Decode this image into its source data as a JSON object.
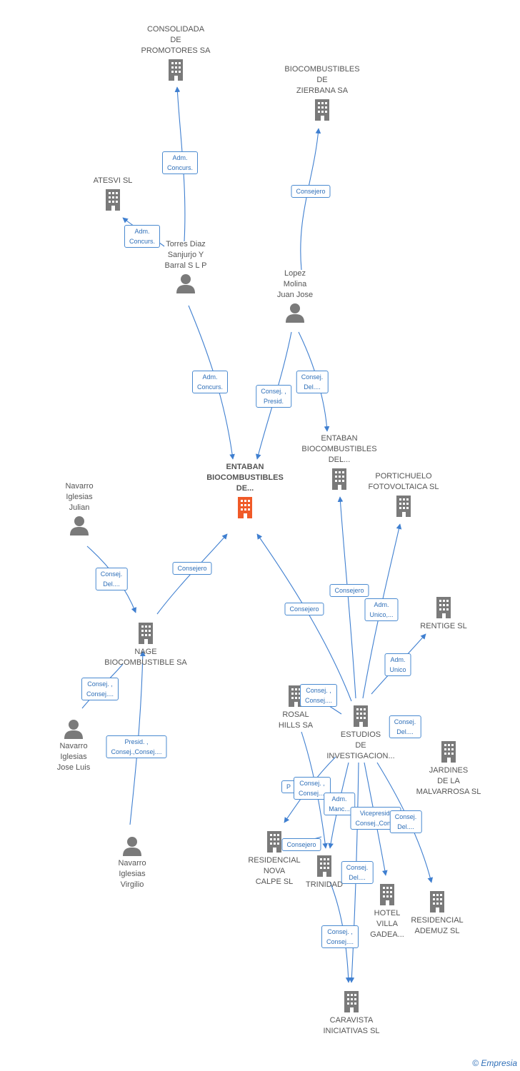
{
  "colors": {
    "edge": "#3f7fd0",
    "icon": "#7a7a7a",
    "focus": "#f05a28",
    "tag_border": "#4a8ad0",
    "tag_text": "#2f6fb8"
  },
  "nodes": [
    {
      "id": "consolidada",
      "kind": "company",
      "label": "CONSOLIDADA\nDE\nPROMOTORES SA"
    },
    {
      "id": "bio_zierbana",
      "kind": "company",
      "label": "BIOCOMBUSTIBLES\nDE\nZIERBANA SA"
    },
    {
      "id": "atesvi",
      "kind": "company",
      "label": "ATESVI SL"
    },
    {
      "id": "torres",
      "kind": "person",
      "label": "Torres Diaz\nSanjurjo Y\nBarral S L P"
    },
    {
      "id": "lopez",
      "kind": "person",
      "label": "Lopez\nMolina\nJuan Jose"
    },
    {
      "id": "entaban_del",
      "kind": "company",
      "label": "ENTABAN\nBIOCOMBUSTIBLES\nDEL..."
    },
    {
      "id": "portichuelo",
      "kind": "company",
      "label": "PORTICHUELO\nFOTOVOLTAICA SL"
    },
    {
      "id": "entaban_de",
      "kind": "focus",
      "label": "ENTABAN\nBIOCOMBUSTIBLES\nDE..."
    },
    {
      "id": "nav_julian",
      "kind": "person",
      "label": "Navarro\nIglesias\nJulian"
    },
    {
      "id": "rentige",
      "kind": "company",
      "label": "RENTIGE SL"
    },
    {
      "id": "nage",
      "kind": "company",
      "label": "NAGE\nBIOCOMBUSTIBLE SA"
    },
    {
      "id": "rosal",
      "kind": "company",
      "label": "ROSAL\nHILLS SA"
    },
    {
      "id": "estudios",
      "kind": "company",
      "label": "ESTUDIOS\nDE\nINVESTIGACION..."
    },
    {
      "id": "nav_jose",
      "kind": "person",
      "label": "Navarro\nIglesias\nJose Luis"
    },
    {
      "id": "jardines",
      "kind": "company",
      "label": "JARDINES\nDE LA\nMALVARROSA SL"
    },
    {
      "id": "nav_virgilio",
      "kind": "person",
      "label": "Navarro\nIglesias\nVirgilio"
    },
    {
      "id": "residencial_nova",
      "kind": "company",
      "label": "RESIDENCIAL\nNOVA\nCALPE SL"
    },
    {
      "id": "trinidad",
      "kind": "company",
      "label": "TRINIDAD"
    },
    {
      "id": "hotel",
      "kind": "company",
      "label": "HOTEL\nVILLA\nGADEA..."
    },
    {
      "id": "ademuz",
      "kind": "company",
      "label": "RESIDENCIAL\nADEMUZ SL"
    },
    {
      "id": "caravista",
      "kind": "company",
      "label": "CARAVISTA\nINICIATIVAS SL"
    }
  ],
  "tags": [
    {
      "id": "t1",
      "label": "Adm.\nConcurs."
    },
    {
      "id": "t2",
      "label": "Adm.\nConcurs."
    },
    {
      "id": "t3",
      "label": "Consejero"
    },
    {
      "id": "t4",
      "label": "Adm.\nConcurs."
    },
    {
      "id": "t5",
      "label": "Consej. ,\nPresid."
    },
    {
      "id": "t6",
      "label": "Consej.\nDel...."
    },
    {
      "id": "t7",
      "label": "Consej.\nDel...."
    },
    {
      "id": "t8",
      "label": "Consejero"
    },
    {
      "id": "t9",
      "label": "Consejero"
    },
    {
      "id": "t10",
      "label": "Adm.\nUnico,..."
    },
    {
      "id": "t11",
      "label": "Consejero"
    },
    {
      "id": "t12",
      "label": "Adm.\nUnico"
    },
    {
      "id": "t13",
      "label": "Consej. ,\nConsej...."
    },
    {
      "id": "t14",
      "label": "Consej. ,\nConsej...."
    },
    {
      "id": "t15",
      "label": "Consej.\nDel...."
    },
    {
      "id": "t16",
      "label": "Presid. ,\nConsej.,Consej...."
    },
    {
      "id": "t17",
      "label": "Consej. ,\nConsej...."
    },
    {
      "id": "t18",
      "label": "Adm.\nManc..."
    },
    {
      "id": "t19",
      "label": "Vicepresid.\nConsej.,Con..."
    },
    {
      "id": "t20",
      "label": "Consej.\nDel...."
    },
    {
      "id": "t21",
      "label": "Consejero"
    },
    {
      "id": "t22",
      "label": "Consej.\nDel...."
    },
    {
      "id": "t23",
      "label": "Consej. ,\nConsej...."
    },
    {
      "id": "t24",
      "label": "P"
    }
  ],
  "brand": {
    "symbol": "©",
    "name": "Empresia"
  }
}
